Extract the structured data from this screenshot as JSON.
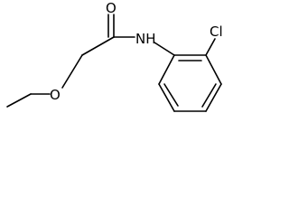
{
  "molecule": {
    "atoms": {
      "oxygen_carbonyl": "O",
      "nitrogen": "NH",
      "chlorine": "Cl",
      "oxygen_ether": "O"
    },
    "colors": {
      "bond": "#000000",
      "label": "#000000",
      "background": "#ffffff"
    }
  }
}
